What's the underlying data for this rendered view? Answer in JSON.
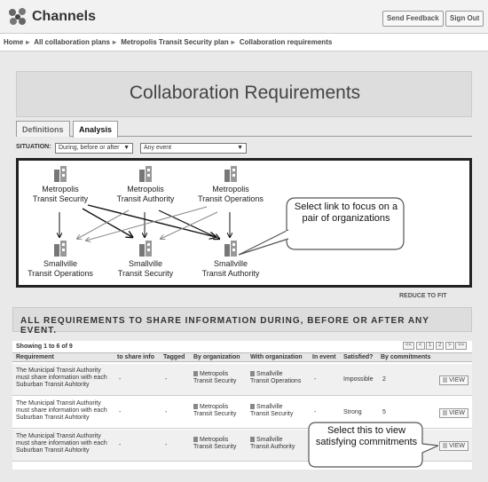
{
  "app": {
    "title": "Channels"
  },
  "header": {
    "feedback_label": "Send Feedback",
    "signout_label": "Sign Out"
  },
  "breadcrumb": [
    "Home",
    "All collaboration plans",
    "Metropolis Transit Security plan",
    "Collaboration requirements"
  ],
  "page": {
    "title": "Collaboration Requirements"
  },
  "tabs": [
    {
      "label": "Definitions"
    },
    {
      "label": "Analysis",
      "active": true
    }
  ],
  "situation": {
    "label": "SITUATION:",
    "timing_value": "During, before or after",
    "event_value": "Any event"
  },
  "graph": {
    "orgs_top": [
      {
        "line1": "Metropolis",
        "line2": "Transit Security"
      },
      {
        "line1": "Metropolis",
        "line2": "Transit Authority"
      },
      {
        "line1": "Metropolis",
        "line2": "Transit Operations"
      }
    ],
    "orgs_bottom": [
      {
        "line1": "Smallville",
        "line2": "Transit Operations"
      },
      {
        "line1": "Smallville",
        "line2": "Transit Security"
      },
      {
        "line1": "Smallville",
        "line2": "Transit Authority"
      }
    ],
    "callout": "Select link to focus on a pair of organizations"
  },
  "reduce_label": "REDUCE TO FIT",
  "requirements": {
    "heading": "ALL REQUIREMENTS TO SHARE INFORMATION DURING, BEFORE OR AFTER ANY EVENT.",
    "showing": "Showing 1 to 6 of 9",
    "pager": [
      "<<",
      "<",
      "1",
      "2",
      ">",
      ">>"
    ],
    "columns": [
      "Requirement",
      "to share info",
      "Tagged",
      "By organization",
      "With organization",
      "In event",
      "Satisfied?",
      "By commitments"
    ],
    "rows": [
      {
        "req1": "The Municipal Transit Authority",
        "req2": "must share information with each",
        "req3": "Suburban Transit Auhtority",
        "info": "-",
        "tagged": "-",
        "by1": "Metropolis",
        "by2": "Transit Security",
        "with1": "Smallville",
        "with2": "Transit Operations",
        "event": "-",
        "satisfied": "Impossible",
        "commitments": "2",
        "view": "VIEW"
      },
      {
        "req1": "The Municipal Transit Authority",
        "req2": "must share information with each",
        "req3": "Suburban Transit Auhtority",
        "info": "-",
        "tagged": "-",
        "by1": "Metropolis",
        "by2": "Transit Security",
        "with1": "Smallville",
        "with2": "Transit Security",
        "event": "-",
        "satisfied": "Strong",
        "commitments": "5",
        "view": "VIEW"
      },
      {
        "req1": "The Municipal Transit Authority",
        "req2": "must share information with each",
        "req3": "Suburban Transit Auhtority",
        "info": "-",
        "tagged": "-",
        "by1": "Metropolis",
        "by2": "Transit Security",
        "with1": "Smallville",
        "with2": "Transit Authority",
        "event": "-",
        "satisfied": "",
        "commitments": "",
        "view": "VIEW"
      }
    ],
    "callout": "Select this  to view satisfying commitments"
  }
}
